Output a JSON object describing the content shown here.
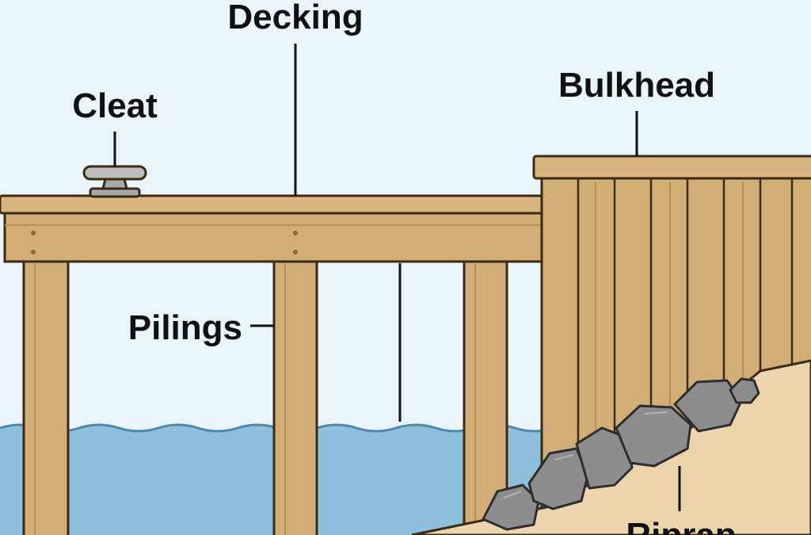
{
  "labels": {
    "decking": "Decking",
    "cleat": "Cleat",
    "bulkhead": "Bulkhead",
    "pilings": "Pilings",
    "riprap": "Riprap"
  },
  "colors": {
    "sky": "#eaf4fb",
    "water": "#8ec0dc",
    "water_line": "#4f86ad",
    "wood": "#d2ad76",
    "wood_dark": "#b88f56",
    "outline": "#3a2a14",
    "sand": "#ecd4ad",
    "rock": "#8d8d8d",
    "cleat_metal": "#a9a9a9"
  }
}
